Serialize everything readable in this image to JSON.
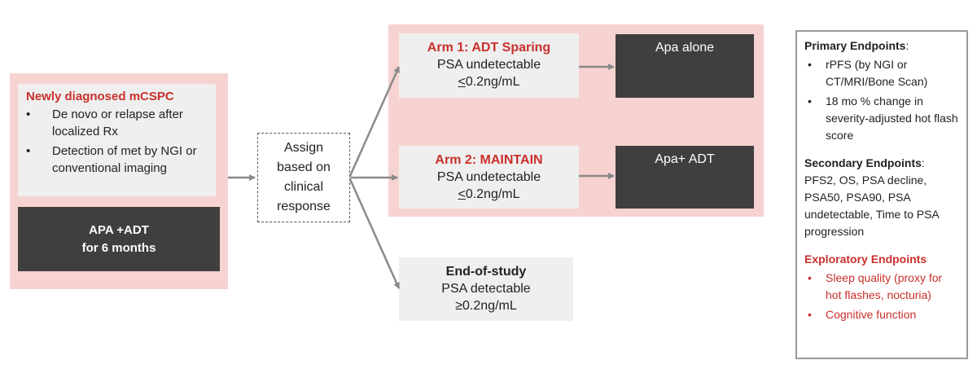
{
  "newly_diagnosed": {
    "title": "Newly diagnosed mCSPC",
    "bullets": [
      "De novo or relapse after localized Rx",
      "Detection of met by NGI or conventional imaging"
    ]
  },
  "induction": {
    "text": "APA +ADT\nfor 6 months"
  },
  "assign": {
    "text": "Assign\nbased on\nclinical\nresponse"
  },
  "arm1": {
    "title": "Arm 1: ADT Sparing",
    "line1": "PSA undetectable",
    "leq": "<",
    "line2": "0.2ng/mL"
  },
  "arm2": {
    "title": "Arm 2: MAINTAIN",
    "line1": "PSA undetectable",
    "leq": "<",
    "line2": "0.2ng/mL"
  },
  "end_of_study": {
    "title": "End-of-study",
    "line1": "PSA detectable",
    "line2": "≥0.2ng/mL"
  },
  "apa_alone": {
    "label": "Apa alone"
  },
  "apa_adt": {
    "label": "Apa+ ADT"
  },
  "endpoints": {
    "primary_title": "Primary Endpoints",
    "primary": [
      "rPFS (by NGI or CT/MRI/Bone Scan)",
      "18 mo % change in severity-adjusted hot flash score"
    ],
    "secondary_title": "Secondary Endpoints",
    "secondary_text": "PFS2, OS, PSA decline, PSA50, PSA90, PSA undetectable, Time to PSA progression",
    "exploratory_title": "Exploratory Endpoints",
    "exploratory": [
      "Sleep quality (proxy for hot flashes, nocturia)",
      "Cognitive function"
    ]
  },
  "colors": {
    "accent_red": "#c9302c",
    "pink_panel": "#f6d3d0",
    "dark_box": "#3f3f3f",
    "light_box": "#efefef",
    "arrow": "#8a8a8a"
  }
}
